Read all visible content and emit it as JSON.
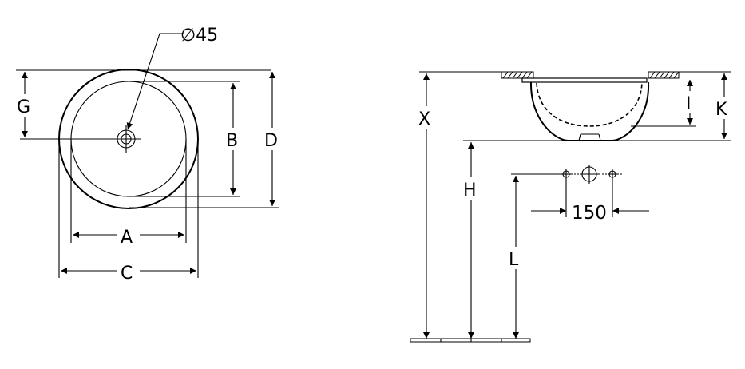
{
  "labels": {
    "diameter": "∅45",
    "G": "G",
    "B": "B",
    "D": "D",
    "A": "A",
    "C": "C",
    "X": "X",
    "H": "H",
    "L": "L",
    "I": "I",
    "K": "K",
    "spacing": "150"
  }
}
